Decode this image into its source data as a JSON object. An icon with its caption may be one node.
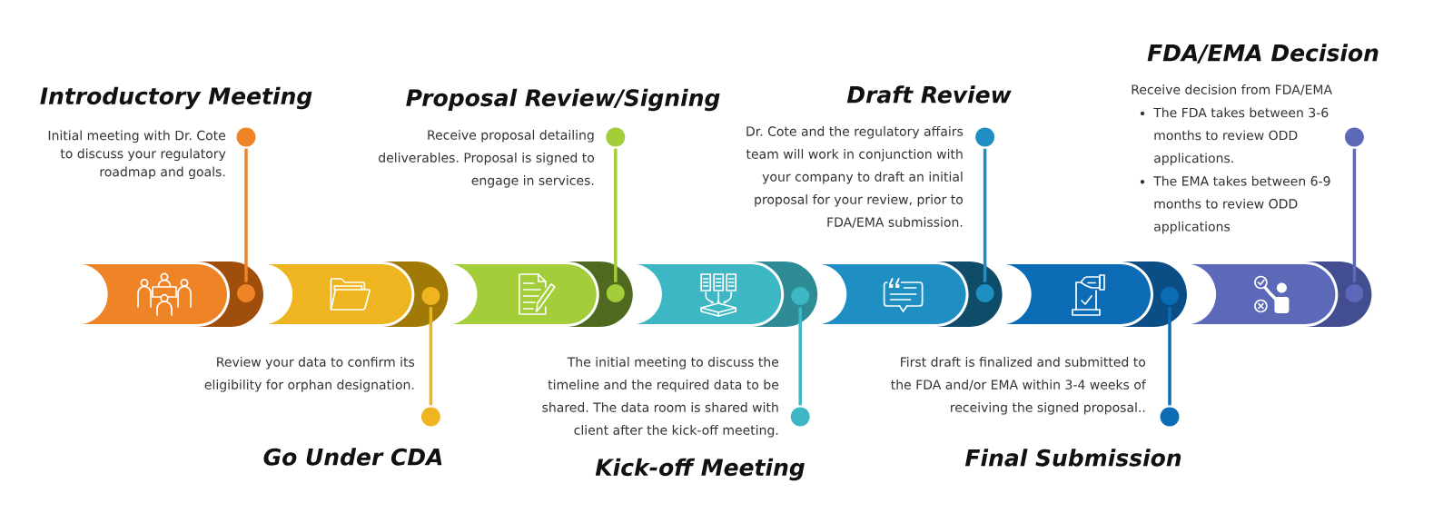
{
  "diagram": {
    "nodes": [
      {
        "text": [],
        "shape": "band"
      },
      {
        "text": [],
        "shape": "crescent"
      },
      {
        "text": [],
        "shape": "circle",
        "in": 1
      },
      {
        "text": [],
        "shape": "circle",
        "beside": [
          "Introductory Meeting",
          "Initial meeting with Dr. Cote to discuss your regulatory roadmap and goals."
        ]
      },
      {
        "text": [],
        "shape": "band"
      },
      {
        "text": [],
        "shape": "crescent"
      },
      {
        "text": [],
        "shape": "circle",
        "in": 5
      },
      {
        "text": [],
        "shape": "circle",
        "beside": [
          "Go Under CDA",
          "Review your data to confirm its eligibility for orphan designation."
        ]
      },
      {
        "text": [],
        "shape": "band"
      },
      {
        "text": [],
        "shape": "crescent"
      },
      {
        "text": [],
        "shape": "circle",
        "in": 9
      },
      {
        "text": [],
        "shape": "circle",
        "beside": [
          "Proposal Review/Signing",
          "Receive proposal detailing deliverables. Proposal is signed to engage in services."
        ]
      },
      {
        "text": [],
        "shape": "band"
      },
      {
        "text": [],
        "shape": "crescent"
      },
      {
        "text": [],
        "shape": "circle",
        "in": 13
      },
      {
        "text": [],
        "shape": "circle",
        "beside": [
          "Kick-off Meeting",
          "The initial meeting to discuss the timeline and the required data to be shared. The data room is shared with client after the kick-off meeting."
        ]
      },
      {
        "text": [],
        "shape": "band"
      },
      {
        "text": [],
        "shape": "crescent"
      },
      {
        "text": [],
        "shape": "circle",
        "in": 17
      },
      {
        "text": [],
        "shape": "circle",
        "beside": [
          "Draft Review",
          "Dr. Cote and the regulatory affairs team will work in conjunction with your company to draft an initial proposal for your review, prior to FDA/EMA submission."
        ]
      },
      {
        "text": [],
        "shape": "band"
      },
      {
        "text": [],
        "shape": "crescent"
      },
      {
        "text": [],
        "shape": "circle",
        "in": 21
      },
      {
        "text": [],
        "shape": "circle",
        "beside": [
          "Final Submission",
          "First draft is finalized and submitted to the FDA and/or EMA within 3-4 weeks of receiving the signed proposal.."
        ]
      },
      {
        "text": [],
        "shape": "band"
      },
      {
        "text": [],
        "shape": "crescent"
      },
      {
        "text": [],
        "shape": "circle",
        "in": 25
      },
      {
        "text": [],
        "shape": "circle",
        "beside": [
          "FDA/EMA Decision",
          "Receive decision from FDA/EMA",
          "The FDA takes between 3-6 months to review ODD applications.",
          "The EMA takes between 6-9 months to review ODD applications"
        ]
      }
    ],
    "edges": [
      {
        "from": 3,
        "to": 2,
        "arrow": "none",
        "color": "#ef8426"
      },
      {
        "from": 7,
        "to": 6,
        "arrow": "none",
        "color": "#efb521"
      },
      {
        "from": 11,
        "to": 10,
        "arrow": "none",
        "color": "#a3cd39"
      },
      {
        "from": 15,
        "to": 14,
        "arrow": "none",
        "color": "#3db7c3"
      },
      {
        "from": 19,
        "to": 18,
        "arrow": "none",
        "color": "#1f8fc3"
      },
      {
        "from": 23,
        "to": 22,
        "arrow": "none",
        "color": "#0b6bb4"
      },
      {
        "from": 27,
        "to": 26,
        "arrow": "none",
        "color": "#5c69b9"
      }
    ]
  }
}
